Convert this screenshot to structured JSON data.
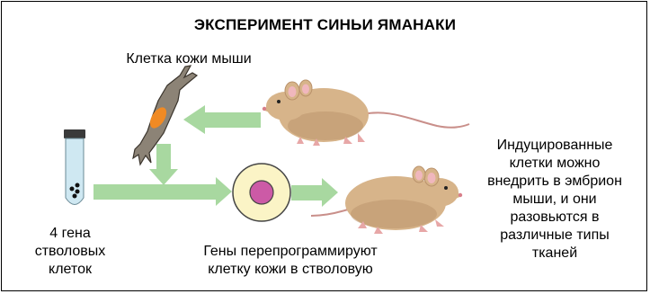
{
  "title": "ЭКСПЕРИМЕНТ СИНЬИ ЯМАНАКИ",
  "labels": {
    "skin_cell": "Клетка кожи мыши",
    "genes": [
      "4 гена",
      "стволовых",
      "клеток"
    ],
    "reprogram": [
      "Гены перепрограммируют",
      "клетку кожи в стволовую"
    ],
    "induced": [
      "Индуцированные",
      "клетки можно",
      "внедрить в эмбрион",
      "мыши, и они",
      "разовьются в",
      "различные типы",
      "тканей"
    ]
  },
  "colors": {
    "arrow": "#a8d8a0",
    "mouse_body": "#d7b48a",
    "mouse_shade": "#b9916a",
    "ear_inner": "#f0b7bd",
    "cell_body": "#8c8376",
    "nucleus_orange": "#f08a24",
    "tube_fill": "#cfe8f2",
    "tube_cap": "#3a3a3a",
    "stem_cell_ring": "#fbf4c6",
    "stem_cell_nucleus": "#cc5aa6"
  },
  "icons": [
    "mouse-illustration",
    "skin-cell-illustration",
    "test-tube-icon",
    "stem-cell-icon",
    "arrow"
  ]
}
